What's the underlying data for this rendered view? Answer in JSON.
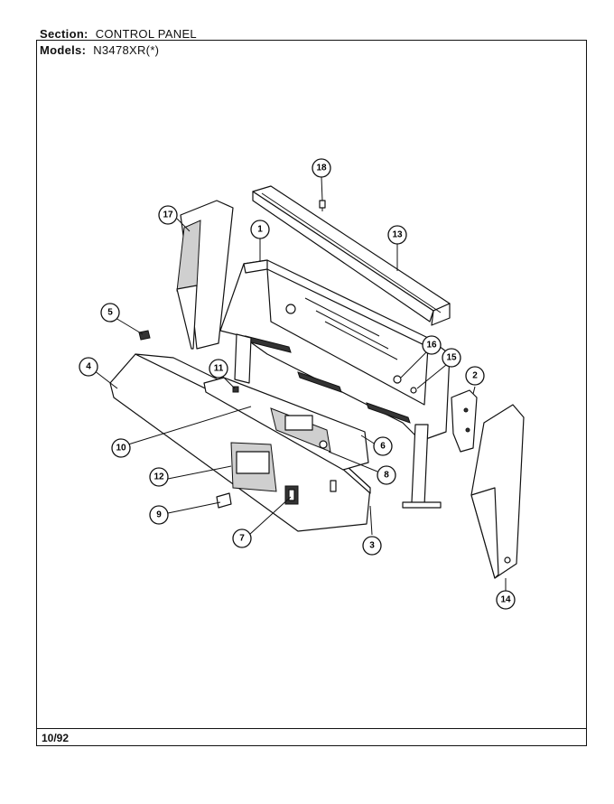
{
  "header": {
    "section_label": "Section:",
    "section_value": "CONTROL PANEL",
    "models_label": "Models:",
    "models_value": "N3478XR(*)"
  },
  "footer": {
    "date": "10/92"
  },
  "callouts": [
    "1",
    "2",
    "3",
    "4",
    "5",
    "6",
    "7",
    "8",
    "9",
    "10",
    "11",
    "12",
    "13",
    "14",
    "15",
    "16",
    "17",
    "18"
  ]
}
